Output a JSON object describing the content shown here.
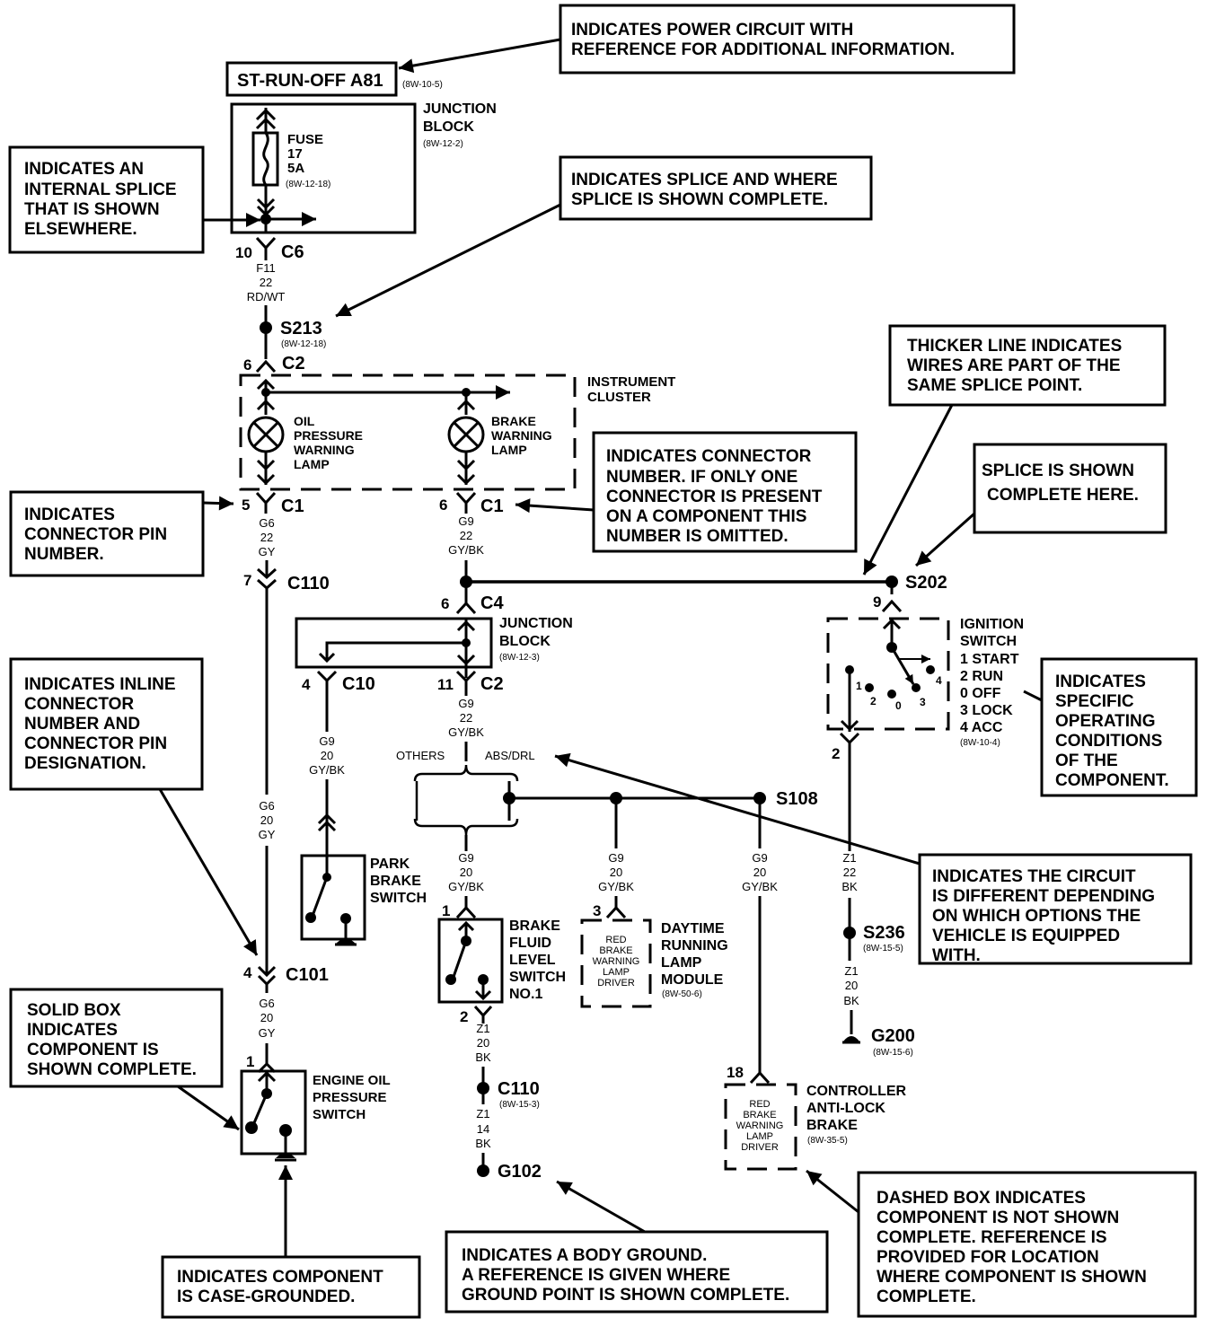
{
  "callouts": {
    "power_circuit": [
      "INDICATES POWER CIRCUIT WITH",
      "REFERENCE FOR ADDITIONAL INFORMATION."
    ],
    "internal_splice": [
      "INDICATES AN",
      "INTERNAL SPLICE",
      "THAT IS SHOWN",
      "ELSEWHERE."
    ],
    "splice_complete_where": [
      "INDICATES SPLICE AND WHERE",
      "SPLICE IS SHOWN COMPLETE."
    ],
    "thicker_line": [
      "THICKER LINE INDICATES",
      "WIRES ARE PART OF THE",
      "SAME SPLICE POINT."
    ],
    "connector_number": [
      "INDICATES CONNECTOR",
      "NUMBER.  IF ONLY ONE",
      "CONNECTOR IS PRESENT",
      "ON A COMPONENT THIS",
      "NUMBER IS OMITTED."
    ],
    "splice_shown_here": [
      "SPLICE IS SHOWN",
      "COMPLETE HERE."
    ],
    "connector_pin": [
      "INDICATES",
      "CONNECTOR PIN",
      "NUMBER."
    ],
    "inline_connector": [
      "INDICATES INLINE",
      "CONNECTOR",
      "NUMBER AND",
      "CONNECTOR PIN",
      "DESIGNATION."
    ],
    "operating_conditions": [
      "INDICATES",
      "SPECIFIC",
      "OPERATING",
      "CONDITIONS",
      "OF THE",
      "COMPONENT."
    ],
    "circuit_different": [
      "INDICATES THE CIRCUIT",
      "IS DIFFERENT DEPENDING",
      "ON WHICH OPTIONS THE",
      "VEHICLE IS EQUIPPED",
      "WITH."
    ],
    "solid_box": [
      "SOLID BOX",
      "INDICATES",
      "COMPONENT IS",
      "SHOWN COMPLETE."
    ],
    "dashed_box": [
      "DASHED BOX INDICATES",
      "COMPONENT IS NOT SHOWN",
      "COMPLETE.  REFERENCE IS",
      "PROVIDED FOR LOCATION",
      "WHERE COMPONENT IS SHOWN",
      "COMPLETE."
    ],
    "case_grounded": [
      "INDICATES COMPONENT",
      "IS CASE-GROUNDED."
    ],
    "body_ground": [
      "INDICATES A BODY GROUND.",
      "A REFERENCE IS GIVEN WHERE",
      "GROUND POINT IS SHOWN COMPLETE."
    ]
  },
  "power_source": {
    "label": "ST-RUN-OFF A81",
    "ref": "(8W-10-5)"
  },
  "junction_block_top": {
    "name": [
      "JUNCTION",
      "BLOCK"
    ],
    "ref": "(8W-12-2)",
    "fuse": {
      "lines": [
        "FUSE",
        "17",
        "5A"
      ],
      "ref": "(8W-12-18)"
    }
  },
  "connectors": {
    "c6": {
      "pin": "10",
      "name": "C6"
    },
    "c2_top": {
      "pin": "6",
      "name": "C2"
    },
    "c1_left": {
      "pin": "5",
      "name": "C1"
    },
    "c1_right": {
      "pin": "6",
      "name": "C1"
    },
    "c110_inline": {
      "pin": "7",
      "name": "C110"
    },
    "c4": {
      "pin": "6",
      "name": "C4"
    },
    "c10": {
      "pin": "4",
      "name": "C10"
    },
    "c2_jb": {
      "pin": "11",
      "name": "C2"
    },
    "c101": {
      "pin": "4",
      "name": "C101"
    },
    "eng_oil_pin": {
      "pin": "1"
    },
    "bfl_pin1": {
      "pin": "1"
    },
    "bfl_pin2": {
      "pin": "2"
    },
    "drl_pin": {
      "pin": "3"
    },
    "abs_pin": {
      "pin": "18"
    },
    "ign_pin9": {
      "pin": "9"
    },
    "ign_pin2": {
      "pin": "2"
    }
  },
  "wires": {
    "f11": [
      "F11",
      "22",
      "RD/WT"
    ],
    "g6_22": [
      "G6",
      "22",
      "GY"
    ],
    "g9_22_top": [
      "G9",
      "22",
      "GY/BK"
    ],
    "g9_22_jb": [
      "G9",
      "22",
      "GY/BK"
    ],
    "g9_20_park": [
      "G9",
      "20",
      "GY/BK"
    ],
    "g6_20_a": [
      "G6",
      "20",
      "GY"
    ],
    "g6_20_b": [
      "G6",
      "20",
      "GY"
    ],
    "g9_20_bfl": [
      "G9",
      "20",
      "GY/BK"
    ],
    "g9_20_drl": [
      "G9",
      "20",
      "GY/BK"
    ],
    "g9_20_abs": [
      "G9",
      "20",
      "GY/BK"
    ],
    "z1_20_bfl": [
      "Z1",
      "20",
      "BK"
    ],
    "z1_14": [
      "Z1",
      "14",
      "BK"
    ],
    "z1_22": [
      "Z1",
      "22",
      "BK"
    ],
    "z1_20_g200": [
      "Z1",
      "20",
      "BK"
    ]
  },
  "splices": {
    "s213": {
      "name": "S213",
      "ref": "(8W-12-18)"
    },
    "s202": {
      "name": "S202"
    },
    "s108": {
      "name": "S108"
    },
    "s236": {
      "name": "S236",
      "ref": "(8W-15-5)"
    },
    "c110_splice": {
      "name": "C110",
      "ref": "(8W-15-3)"
    }
  },
  "grounds": {
    "g102": {
      "name": "G102"
    },
    "g200": {
      "name": "G200",
      "ref": "(8W-15-6)"
    }
  },
  "components": {
    "instrument_cluster": [
      "INSTRUMENT",
      "CLUSTER"
    ],
    "oil_lamp": [
      "OIL",
      "PRESSURE",
      "WARNING",
      "LAMP"
    ],
    "brake_lamp": [
      "BRAKE",
      "WARNING",
      "LAMP"
    ],
    "junction_block_mid": {
      "name": [
        "JUNCTION",
        "BLOCK"
      ],
      "ref": "(8W-12-3)"
    },
    "ignition_switch": {
      "name": [
        "IGNITION",
        "SWITCH"
      ],
      "positions": [
        "1 START",
        "2 RUN",
        "0 OFF",
        "3 LOCK",
        "4 ACC"
      ],
      "ref": "(8W-10-4)",
      "contacts": [
        "1",
        "2",
        "0",
        "3",
        "4"
      ]
    },
    "park_brake": [
      "PARK",
      "BRAKE",
      "SWITCH"
    ],
    "brake_fluid": [
      "BRAKE",
      "FLUID",
      "LEVEL",
      "SWITCH",
      "NO.1"
    ],
    "drl_module": {
      "name": [
        "DAYTIME",
        "RUNNING",
        "LAMP",
        "MODULE"
      ],
      "ref": "(8W-50-6)",
      "inner": [
        "RED",
        "BRAKE",
        "WARNING",
        "LAMP",
        "DRIVER"
      ]
    },
    "abs_controller": {
      "name": [
        "CONTROLLER",
        "ANTI-LOCK",
        "BRAKE"
      ],
      "ref": "(8W-35-5)",
      "inner": [
        "RED",
        "BRAKE",
        "WARNING",
        "LAMP",
        "DRIVER"
      ]
    },
    "engine_oil_switch": [
      "ENGINE OIL",
      "PRESSURE",
      "SWITCH"
    ]
  },
  "options": {
    "others": "OTHERS",
    "abs_drl": "ABS/DRL"
  }
}
